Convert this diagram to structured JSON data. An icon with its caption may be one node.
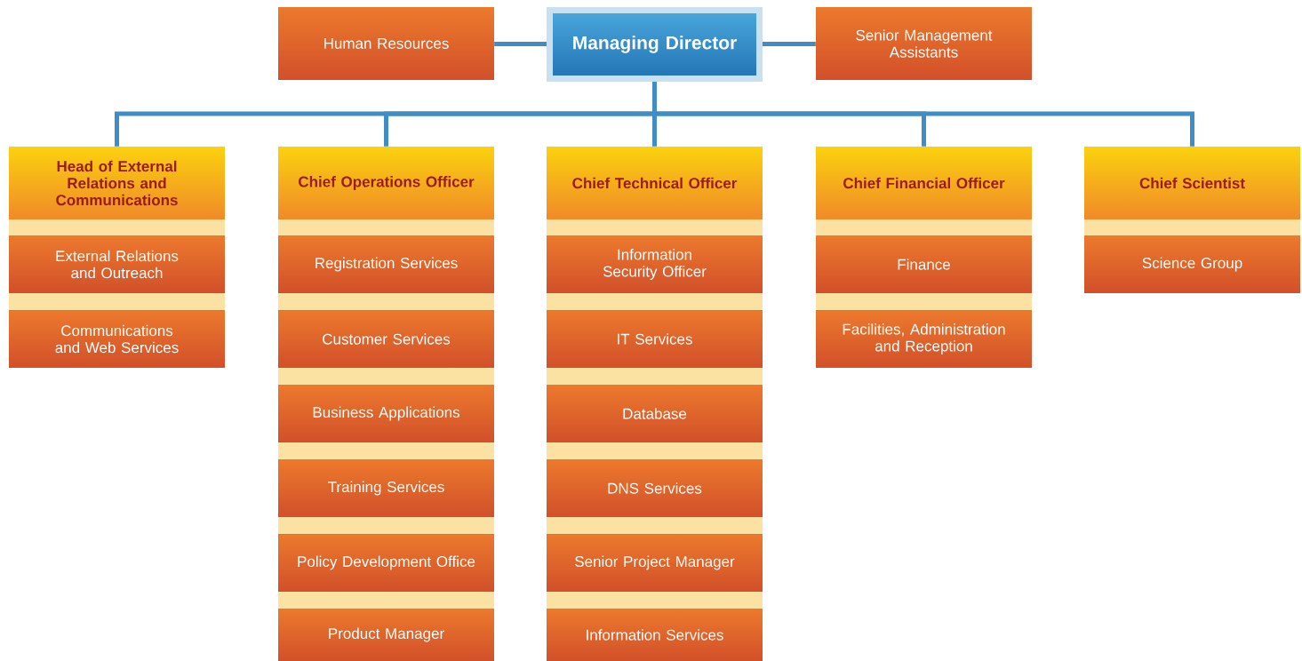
{
  "diagram": {
    "nodes": [
      {
        "text": [
          "Human Resources"
        ]
      },
      {
        "text": [
          "Managing Director"
        ]
      },
      {
        "text": [
          "Senior Management Assistants"
        ]
      },
      {
        "text": [
          "Head of External Relations and Communications"
        ]
      },
      {
        "text": [
          "External Relations and Outreach"
        ]
      },
      {
        "text": [
          "Communications and Web Services"
        ]
      },
      {
        "text": [
          "Chief Operations Officer"
        ]
      },
      {
        "text": [
          "Registration Services"
        ]
      },
      {
        "text": [
          "Customer Services"
        ]
      },
      {
        "text": [
          "Business Applications"
        ]
      },
      {
        "text": [
          "Training Services"
        ]
      },
      {
        "text": [
          "Policy Development Office"
        ]
      },
      {
        "text": [
          "Product Manager"
        ]
      },
      {
        "text": [
          "Chief Technical Officer"
        ]
      },
      {
        "text": [
          "Information Security Officer"
        ]
      },
      {
        "text": [
          "IT Services"
        ]
      },
      {
        "text": [
          "Database"
        ]
      },
      {
        "text": [
          "DNS Services"
        ]
      },
      {
        "text": [
          "Senior Project Manager"
        ]
      },
      {
        "text": [
          "Information Services"
        ]
      },
      {
        "text": [
          "Chief Financial Officer"
        ]
      },
      {
        "text": [
          "Finance"
        ]
      },
      {
        "text": [
          "Facilities, Administration and Reception"
        ]
      },
      {
        "text": [
          "Chief Scientist"
        ]
      },
      {
        "text": [
          "Science Group"
        ]
      }
    ],
    "edges": [
      {
        "from": 0,
        "to": 1,
        "arrow": "none"
      },
      {
        "from": 1,
        "to": 2,
        "arrow": "none"
      },
      {
        "from": 1,
        "to": 3,
        "arrow": "none"
      },
      {
        "from": 1,
        "to": 6,
        "arrow": "none"
      },
      {
        "from": 1,
        "to": 13,
        "arrow": "none"
      },
      {
        "from": 1,
        "to": 20,
        "arrow": "none"
      },
      {
        "from": 1,
        "to": 23,
        "arrow": "none"
      }
    ]
  }
}
